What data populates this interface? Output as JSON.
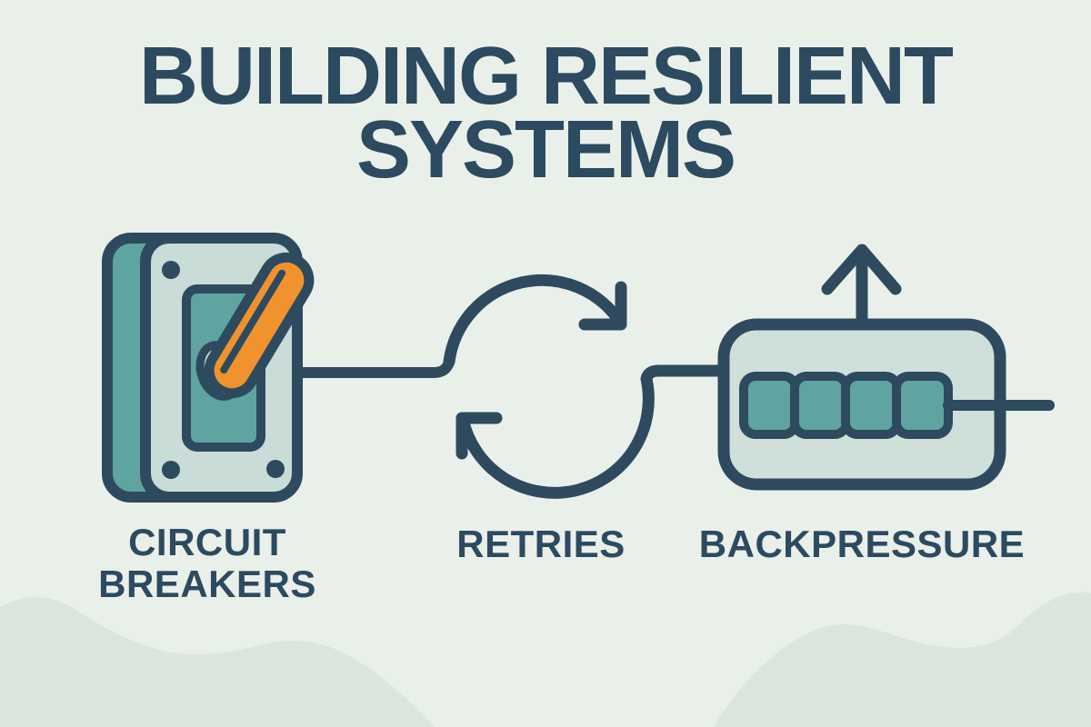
{
  "title": {
    "line1": "BUILDING RESILIENT",
    "line2": "SYSTEMS"
  },
  "concepts": [
    {
      "label": "CIRCUIT BREAKERS",
      "icon": "circuit-breaker-switch-icon"
    },
    {
      "label": "RETRIES",
      "icon": "retry-loop-arrows-icon"
    },
    {
      "label": "BACKPRESSURE",
      "icon": "backpressure-queue-icon"
    }
  ],
  "palette": {
    "background": "#e9f0ea",
    "hill": "#dbe5de",
    "navy": "#2e4a5e",
    "text": "#2c4a60",
    "teal": "#5fa4a0",
    "teal-light": "#c9dcd8",
    "panel": "#cfe0da",
    "orange": "#f0932e"
  }
}
